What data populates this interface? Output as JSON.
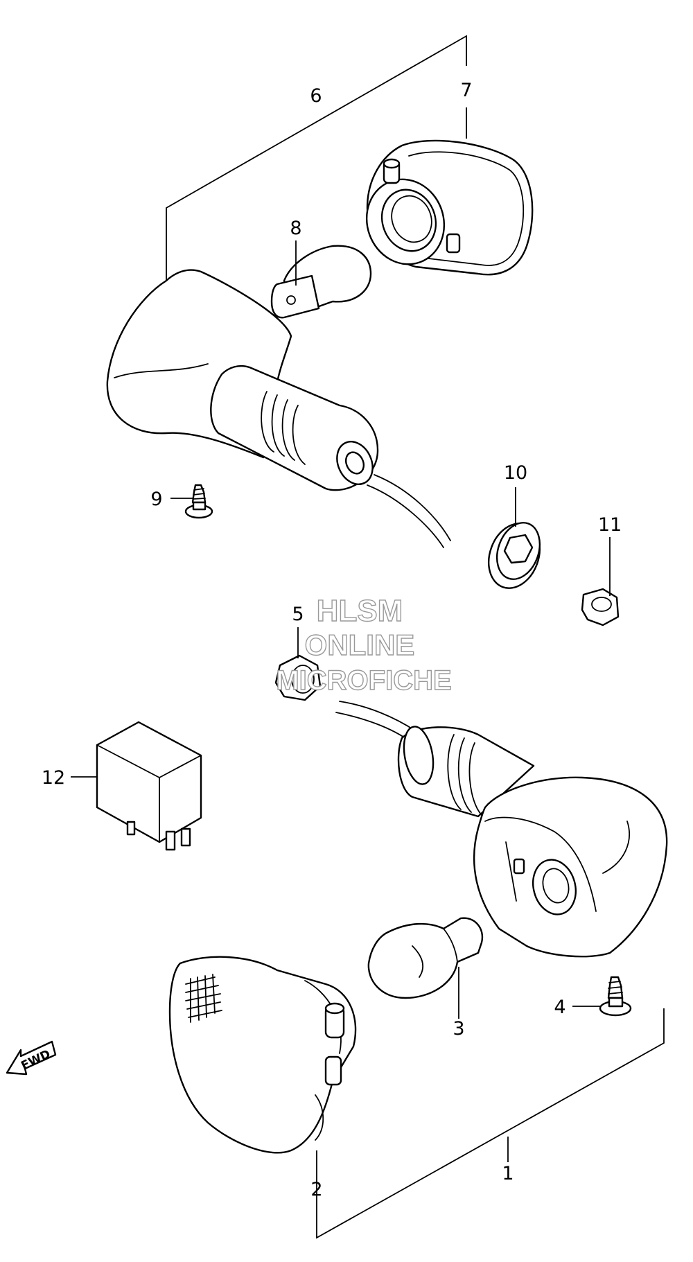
{
  "callouts": {
    "c1": "1",
    "c2": "2",
    "c3": "3",
    "c4": "4",
    "c5": "5",
    "c6": "6",
    "c7": "7",
    "c8": "8",
    "c9": "9",
    "c10": "10",
    "c11": "11",
    "c12": "12"
  },
  "watermark": {
    "line1": "HLSM",
    "line2": "ONLINE",
    "line3": "MICROFICHE"
  },
  "direction_indicator": {
    "label": "FWD"
  }
}
